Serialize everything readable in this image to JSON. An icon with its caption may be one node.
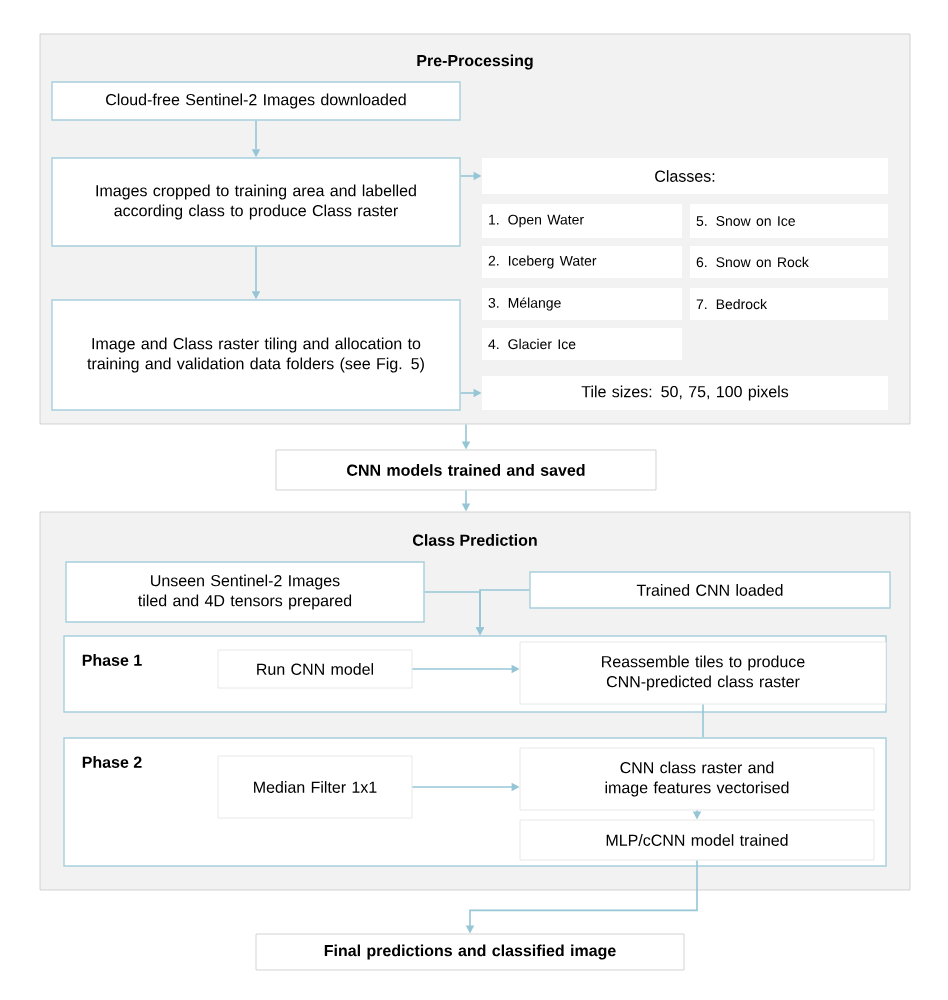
{
  "diagram": {
    "nodes": [
      {
        "text": [
          "Pre-Processing"
        ]
      },
      {
        "text": [
          "Cloud-free Sentinel-2 Images downloaded"
        ],
        "in": 0
      },
      {
        "text": [
          "Images cropped to training area and labelled according class to produce Class raster"
        ],
        "in": 0
      },
      {
        "text": [
          "Classes:"
        ],
        "in": 0
      },
      {
        "text": [
          "1. Open Water"
        ],
        "in": 0
      },
      {
        "text": [
          "5. Snow on Ice"
        ],
        "in": 0
      },
      {
        "text": [
          "2. Iceberg Water"
        ],
        "in": 0
      },
      {
        "text": [
          "6. Snow on Rock"
        ],
        "in": 0
      },
      {
        "text": [
          "3. Mélange"
        ],
        "in": 0
      },
      {
        "text": [
          "7. Bedrock"
        ],
        "in": 0
      },
      {
        "text": [
          "4. Glacier Ice"
        ],
        "in": 0
      },
      {
        "text": [
          "Image and Class raster tiling and allocation to training and validation data folders (see Fig. 5)"
        ],
        "in": 0
      },
      {
        "text": [
          "Tile sizes: 50, 75, 100 pixels"
        ],
        "in": 0
      },
      {
        "text": [
          "CNN models trained and saved"
        ]
      },
      {
        "text": [
          "Class Prediction"
        ]
      },
      {
        "text": [
          "Unseen Sentinel-2 Images tiled and 4D tensors prepared"
        ],
        "in": 14
      },
      {
        "text": [
          "Trained CNN loaded"
        ],
        "in": 14
      },
      {
        "text": [
          "Phase 1"
        ],
        "in": 14
      },
      {
        "text": [
          "Run CNN model"
        ],
        "in": 17
      },
      {
        "text": [
          "Reassemble tiles to produce CNN-predicted class raster"
        ],
        "in": 17
      },
      {
        "text": [
          "Phase 2"
        ],
        "in": 14
      },
      {
        "text": [
          "Median Filter 1x1"
        ],
        "in": 20
      },
      {
        "text": [
          "CNN class raster and image features vectorised"
        ],
        "in": 20
      },
      {
        "text": [
          "MLP/cCNN model trained"
        ],
        "in": 20
      },
      {
        "text": [
          "Final predictions and classified image"
        ]
      }
    ],
    "edges": [
      {
        "from": 1,
        "to": 2,
        "arrow": "to"
      },
      {
        "from": 2,
        "to": 3,
        "arrow": "to"
      },
      {
        "from": 2,
        "to": 11,
        "arrow": "to"
      },
      {
        "from": 11,
        "to": 12,
        "arrow": "to"
      },
      {
        "from": 0,
        "to": 13,
        "arrow": "to"
      },
      {
        "from": 13,
        "to": 14,
        "arrow": "to"
      },
      {
        "from": 15,
        "to": 17,
        "arrow": "to"
      },
      {
        "from": 16,
        "to": 17,
        "arrow": "to"
      },
      {
        "from": 18,
        "to": 19,
        "arrow": "to"
      },
      {
        "from": 19,
        "to": 20,
        "arrow": "none"
      },
      {
        "from": 21,
        "to": 22,
        "arrow": "to"
      },
      {
        "from": 22,
        "to": 23,
        "arrow": "to"
      },
      {
        "from": 23,
        "to": 24,
        "arrow": "to"
      }
    ]
  }
}
